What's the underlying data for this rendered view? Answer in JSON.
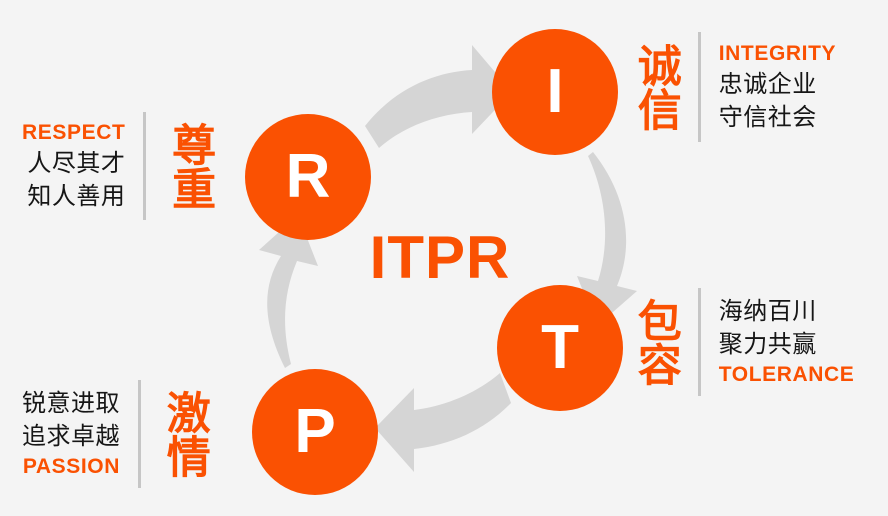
{
  "meta": {
    "background_color": "#f4f4f4",
    "accent_color": "#fa5102",
    "text_color": "#161616",
    "divider_color": "#c6c6c6",
    "arrow_color": "#d4d4d4"
  },
  "center": {
    "acronym": "ITPR"
  },
  "nodes": [
    {
      "id": "r",
      "letter": "R"
    },
    {
      "id": "i",
      "letter": "I"
    },
    {
      "id": "t",
      "letter": "T"
    },
    {
      "id": "p",
      "letter": "P"
    }
  ],
  "values": [
    {
      "id": "respect",
      "chinese_title": "尊重",
      "latin": "RESPECT",
      "latin_position": "top",
      "lines": [
        "人尽其才",
        "知人善用"
      ]
    },
    {
      "id": "integrity",
      "chinese_title": "诚信",
      "latin": "INTEGRITY",
      "latin_position": "top",
      "lines": [
        "忠诚企业",
        "守信社会"
      ]
    },
    {
      "id": "tolerance",
      "chinese_title": "包容",
      "latin": "TOLERANCE",
      "latin_position": "bottom",
      "lines": [
        "海纳百川",
        "聚力共赢"
      ]
    },
    {
      "id": "passion",
      "chinese_title": "激情",
      "latin": "PASSION",
      "latin_position": "bottom",
      "lines": [
        "锐意进取",
        "追求卓越"
      ]
    }
  ],
  "arrows": [
    {
      "id": "r-to-i",
      "from": "R",
      "to": "I",
      "direction": "clockwise"
    },
    {
      "id": "i-to-t",
      "from": "I",
      "to": "T",
      "direction": "clockwise"
    },
    {
      "id": "t-to-p",
      "from": "T",
      "to": "P",
      "direction": "clockwise"
    },
    {
      "id": "p-to-r",
      "from": "P",
      "to": "R",
      "direction": "clockwise"
    }
  ]
}
